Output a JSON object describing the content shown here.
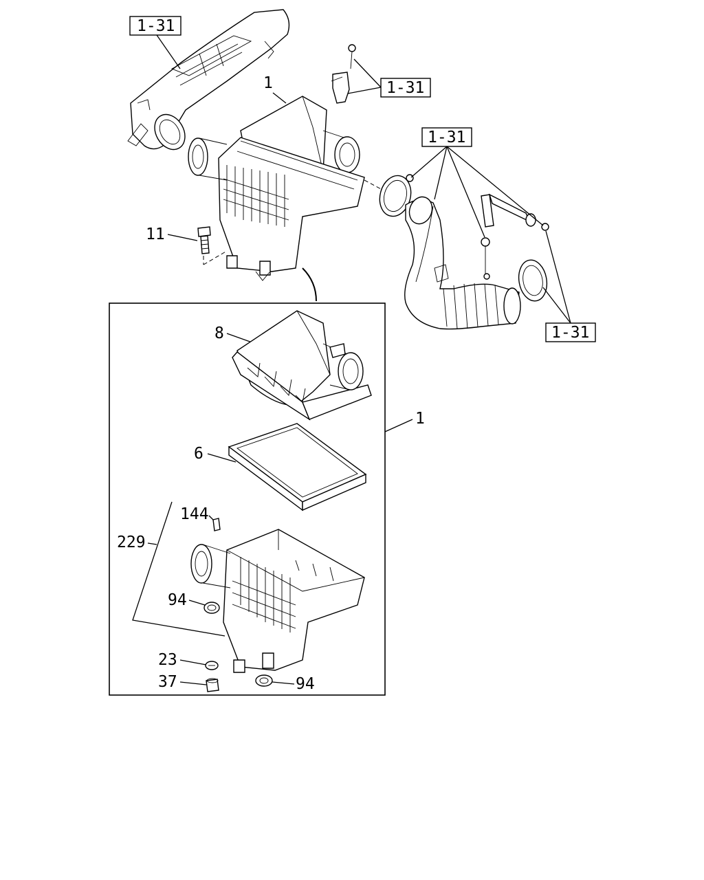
{
  "reference_tags": {
    "intake_duct_ref": "1-31",
    "sensor_ref": "1-31",
    "hose_upper_ref": "1-31",
    "hose_lower_ref": "1-31"
  },
  "callouts": {
    "cleaner_assembly_top": "1",
    "bolt": "11",
    "cover": "8",
    "element": "6",
    "cleaner_assembly_box": "1",
    "clip": "144",
    "body": "229",
    "grommet_left": "94",
    "screw": "23",
    "nut": "37",
    "grommet_right": "94"
  }
}
